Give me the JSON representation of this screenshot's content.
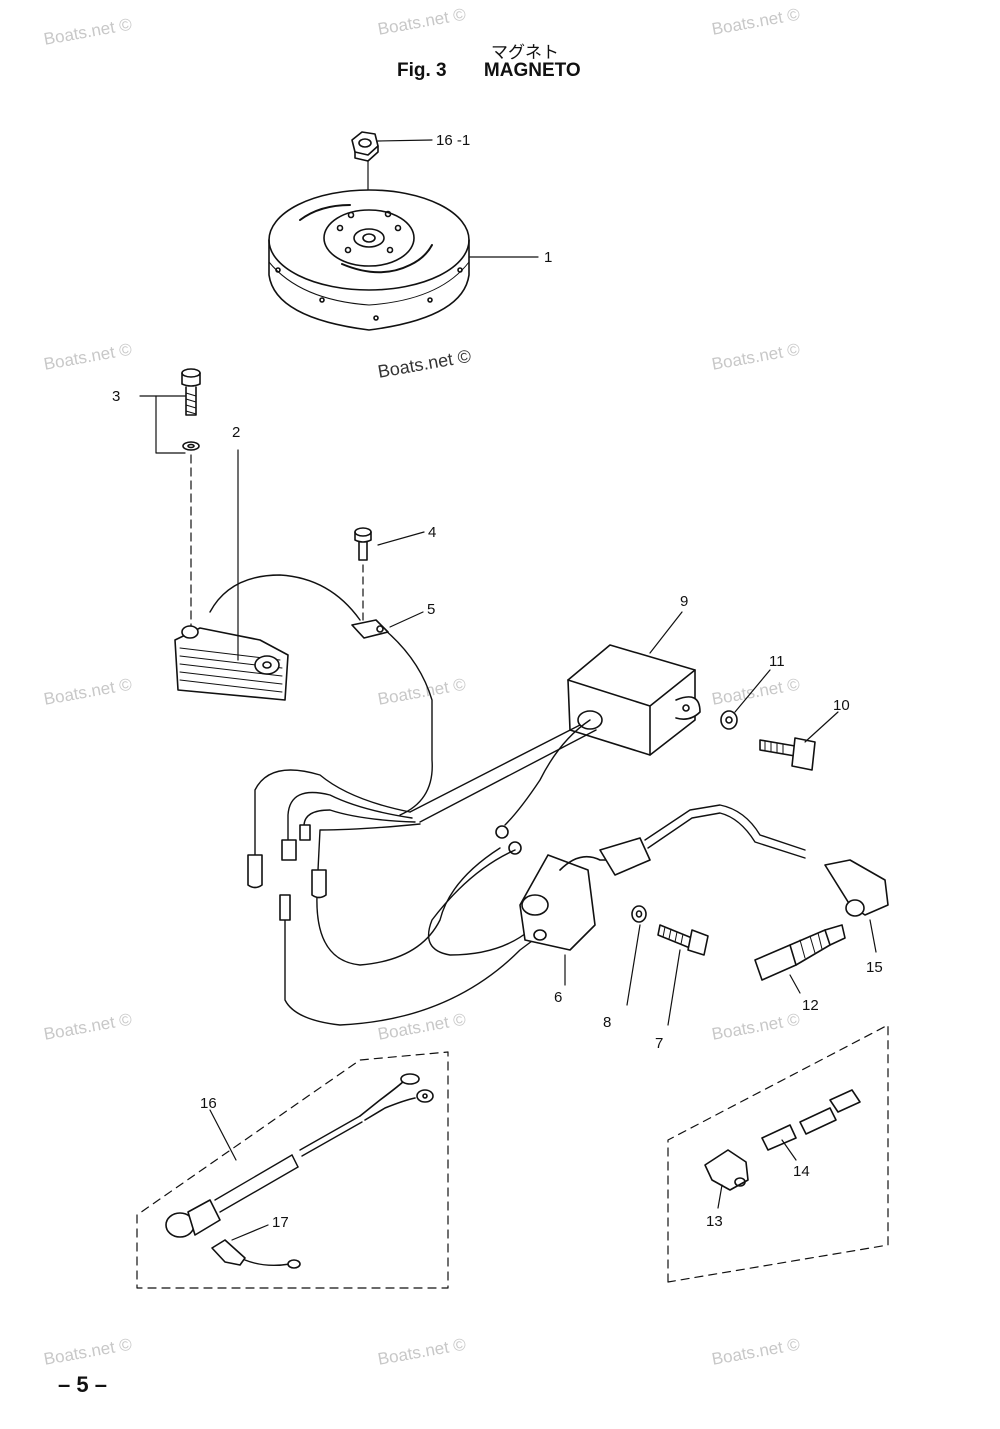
{
  "header": {
    "title_jp": "マグネト",
    "fig_label": "Fig. 3",
    "title_en": "MAGNETO"
  },
  "page_number": "– 5 –",
  "watermark": "Boats.net ©",
  "callouts": [
    "1",
    "2",
    "3",
    "4",
    "5",
    "6",
    "7",
    "8",
    "9",
    "10",
    "11",
    "12",
    "13",
    "14",
    "15",
    "16",
    "16 -1",
    "17"
  ]
}
